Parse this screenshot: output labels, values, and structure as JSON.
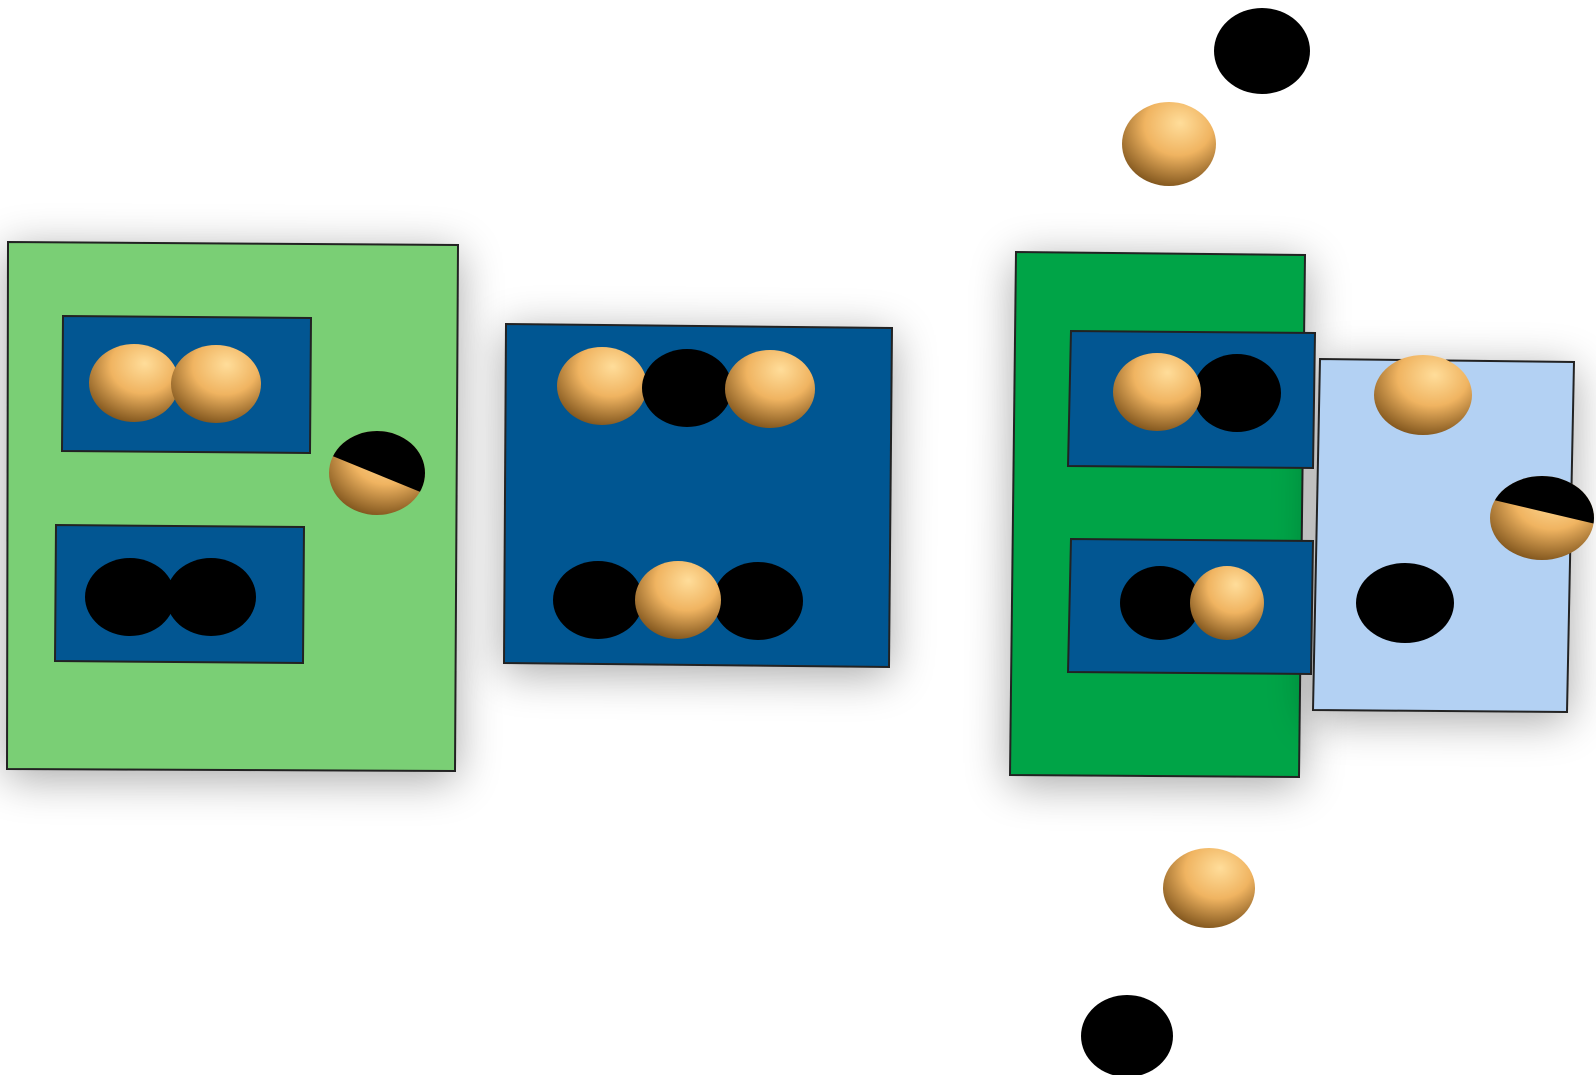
{
  "colors": {
    "background": "#ffffff",
    "light_green": "#7acf75",
    "dark_green": "#00a447",
    "dark_blue": "#025692",
    "light_blue": "#b3d1f3",
    "sphere_light": "#ffdd9a",
    "sphere_mid": "#f0b461",
    "sphere_dark": "#6b4310",
    "black_disc": "#000000",
    "outline": "#222222"
  },
  "left_group": {
    "top_box": [
      "orange",
      "orange"
    ],
    "bottom_box": [
      "black",
      "black"
    ],
    "loose": [
      "half-black-half-orange"
    ]
  },
  "center_box": {
    "top_row": [
      "orange",
      "black",
      "orange"
    ],
    "bottom_row": [
      "black",
      "orange",
      "black"
    ]
  },
  "right_group": {
    "top_box": [
      "orange",
      "black"
    ],
    "bottom_box": [
      "black",
      "orange"
    ],
    "light_blue_panel": [
      "orange",
      "half-black-half-orange",
      "black"
    ],
    "loose_top": [
      "black",
      "orange"
    ],
    "loose_bottom": [
      "orange",
      "black"
    ]
  }
}
